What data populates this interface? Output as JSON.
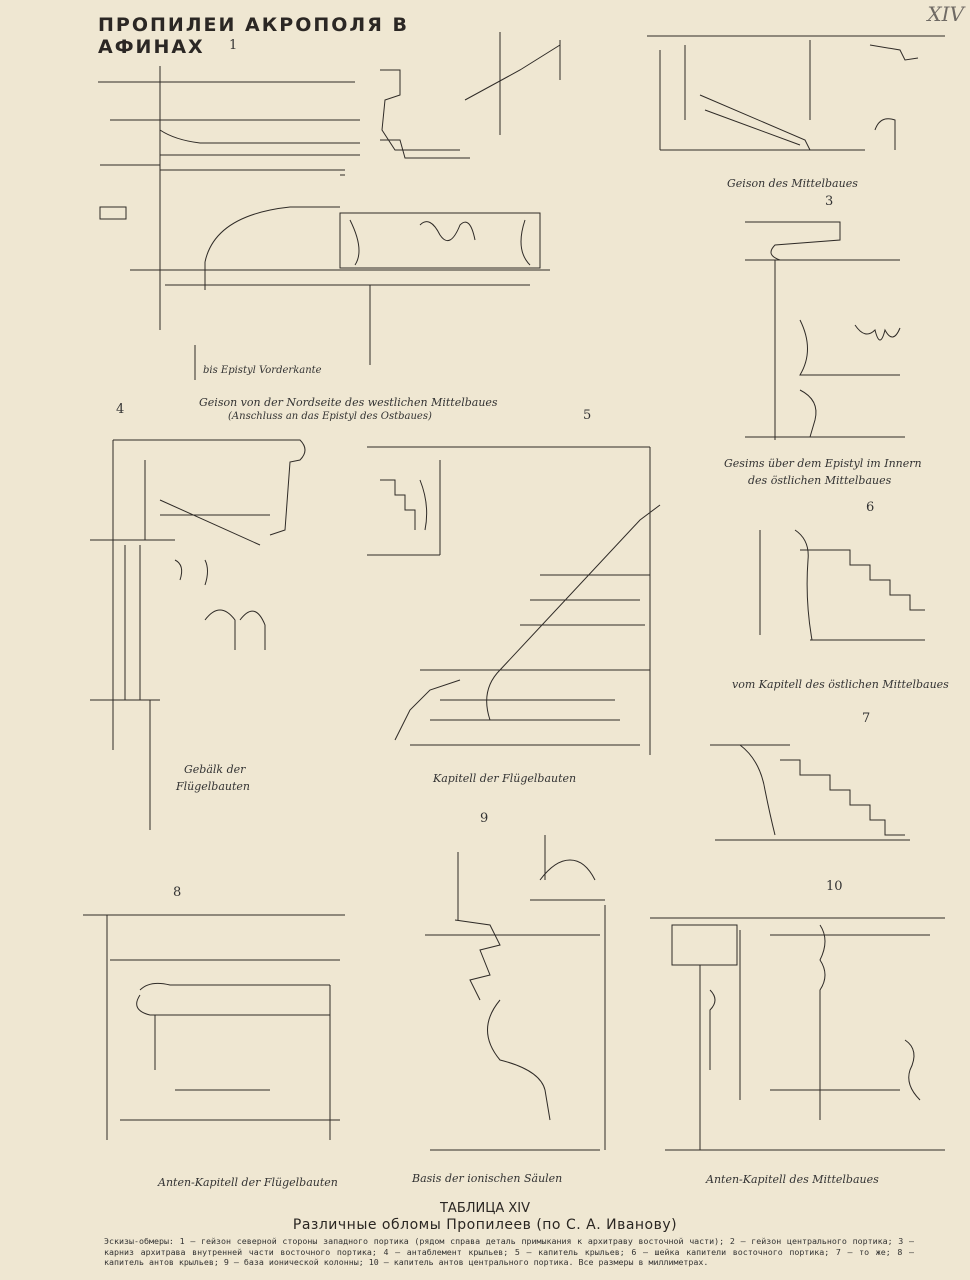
{
  "header": {
    "title": "ПРОПИЛЕИ АКРОПОЛЯ В АФИНАХ",
    "corner_mark": "XIV"
  },
  "figures": {
    "f1": {
      "number": "1",
      "caption_line1": "Geison von der Nordseite des westlichen Mittelbaues",
      "caption_line2": "(Anschluss an das Epistyl des Ostbaues)",
      "note": "bis Epistyl Vorderkante"
    },
    "f2": {
      "caption": "Geison des Mittelbaues"
    },
    "f3": {
      "number": "3",
      "caption_line1": "Gesims über dem Epistyl im Innern",
      "caption_line2": "des östlichen Mittelbaues"
    },
    "f4": {
      "number": "4",
      "caption_line1": "Gebälk der",
      "caption_line2": "Flügelbauten"
    },
    "f5": {
      "number": "5",
      "caption": "Kapitell der Flügelbauten"
    },
    "f6": {
      "number": "6",
      "caption": "vom Kapitell des östlichen Mittelbaues"
    },
    "f7": {
      "number": "7"
    },
    "f8": {
      "number": "8",
      "caption": "Anten-Kapitell der Flügelbauten"
    },
    "f9": {
      "number": "9",
      "caption": "Basis der ionischen Säulen"
    },
    "f10": {
      "number": "10",
      "caption": "Anten-Kapitell des Mittelbaues"
    }
  },
  "footer": {
    "table_title": "ТАБЛИЦА XIV",
    "subtitle": "Различные обломы Пропилеев (по С. А. Иванову)",
    "legend": "Эскизы-обмеры: 1 — гейзон северной стороны западного портика (рядом справа деталь примыкания к архитраву восточной части); 2 — гейзон центрального портика; 3 — карниз архитрава внутренней части восточного портика; 4 — антаблемент крыльев; 5 — капитель крыльев; 6 — шейка капители восточного портика; 7 — то же; 8 — капитель антов крыльев; 9 — база ионической колонны; 10 — капитель антов центрального портика. Все размеры в миллиметрах."
  },
  "colors": {
    "paper": "#efe7d2",
    "ink": "#2a2622"
  }
}
